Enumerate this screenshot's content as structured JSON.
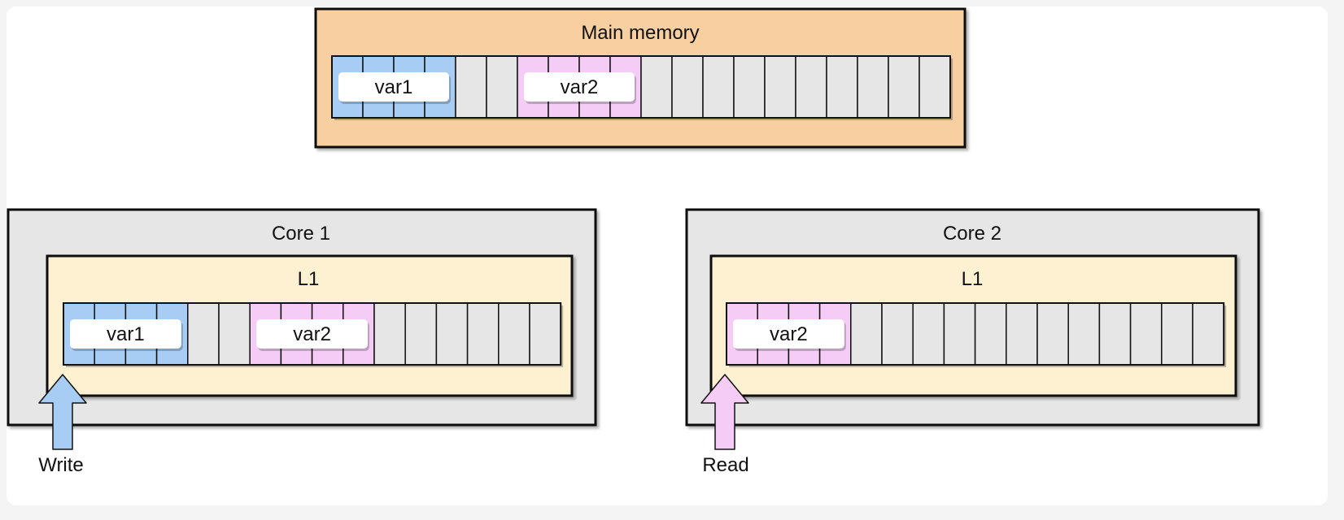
{
  "main_memory": {
    "title": "Main memory",
    "cells": 20,
    "blocks": [
      {
        "label": "var1",
        "start": 0,
        "span": 4,
        "color": "#a8cdf4"
      },
      {
        "label": "var2",
        "start": 6,
        "span": 4,
        "color": "#f5ccf5"
      }
    ],
    "fill": "#f8cfa0"
  },
  "cores": [
    {
      "title": "Core 1",
      "cache": {
        "title": "L1",
        "cells": 16,
        "blocks": [
          {
            "label": "var1",
            "start": 0,
            "span": 4,
            "color": "#a8cdf4"
          },
          {
            "label": "var2",
            "start": 6,
            "span": 4,
            "color": "#f5ccf5"
          }
        ]
      },
      "operation": {
        "label": "Write",
        "color": "#a8cdf4"
      }
    },
    {
      "title": "Core 2",
      "cache": {
        "title": "L1",
        "cells": 16,
        "blocks": [
          {
            "label": "var2",
            "start": 0,
            "span": 4,
            "color": "#f5ccf5"
          }
        ]
      },
      "operation": {
        "label": "Read",
        "color": "#f5ccf5"
      }
    }
  ],
  "colors": {
    "core_fill": "#e6e6e6",
    "cache_fill": "#fdf1d1",
    "cell_fill": "#e6e6e6",
    "stroke": "#111111"
  }
}
